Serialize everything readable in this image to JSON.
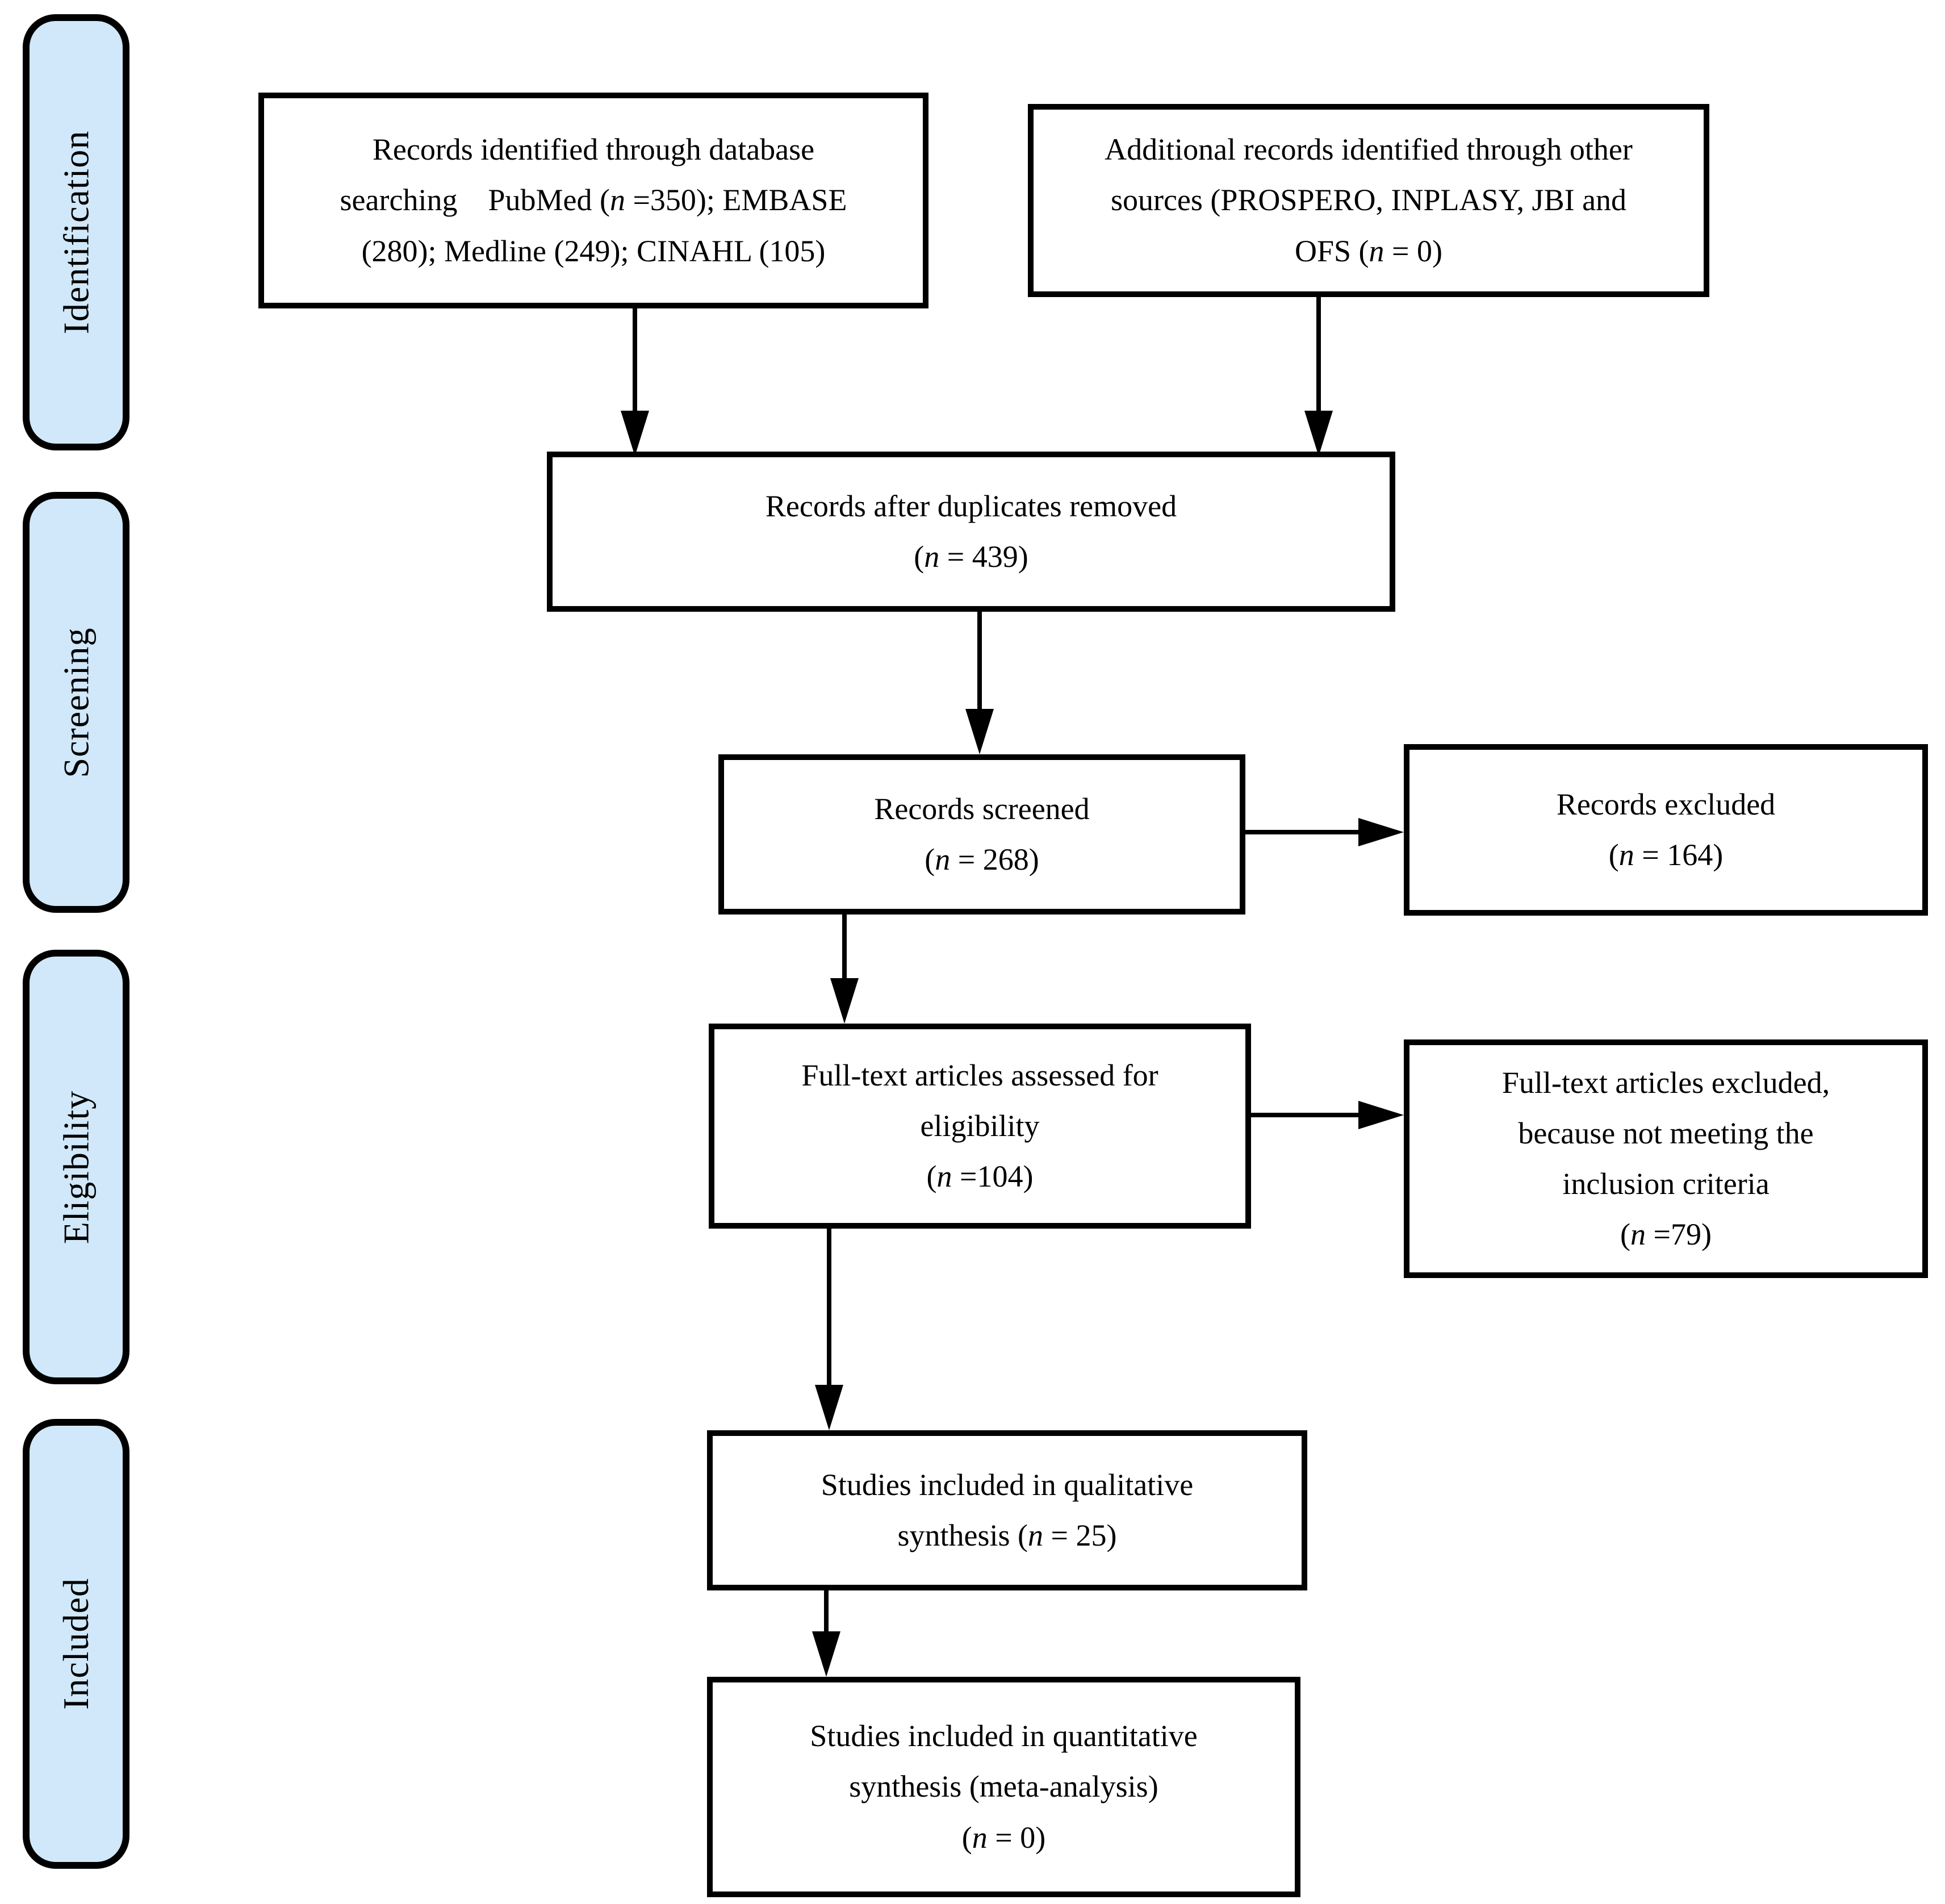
{
  "colors": {
    "stage_fill": "#d0e8f9",
    "box_fill": "#ffffff",
    "line": "#000000"
  },
  "stages": [
    {
      "id": "identification",
      "label": "Identification"
    },
    {
      "id": "screening",
      "label": "Screening"
    },
    {
      "id": "eligibility",
      "label": "Eligibility"
    },
    {
      "id": "included",
      "label": "Included"
    }
  ],
  "boxes": [
    {
      "id": "records-identified",
      "lines": [
        "Records identified through database",
        "searching    PubMed (*n* =350); EMBASE",
        "(280); Medline (249); CINAHL (105)"
      ]
    },
    {
      "id": "additional-records",
      "lines": [
        "Additional records identified through other",
        "sources (PROSPERO, INPLASY, JBI and",
        "OFS (*n* = 0)"
      ]
    },
    {
      "id": "after-duplicates",
      "lines": [
        "Records after duplicates removed",
        "(*n* = 439)"
      ]
    },
    {
      "id": "records-screened",
      "lines": [
        "Records screened",
        "(*n* = 268)"
      ]
    },
    {
      "id": "records-excluded",
      "lines": [
        "Records excluded",
        "(*n* = 164)"
      ]
    },
    {
      "id": "fulltext-assessed",
      "lines": [
        "Full-text articles assessed for",
        "eligibility",
        "(*n* =104)"
      ]
    },
    {
      "id": "fulltext-excluded",
      "lines": [
        "Full-text articles excluded,",
        "because not meeting the",
        "inclusion criteria",
        "(*n* =79)"
      ]
    },
    {
      "id": "qualitative-synthesis",
      "lines": [
        "Studies included in qualitative",
        "synthesis (*n* = 25)"
      ]
    },
    {
      "id": "quantitative-synthesis",
      "lines": [
        "Studies included in quantitative",
        "synthesis (meta-analysis)",
        "(*n* = 0)"
      ]
    }
  ],
  "counts": {
    "pubmed": 350,
    "embase": 280,
    "medline": 249,
    "cinahl": 105,
    "other_sources": 0,
    "after_duplicates": 439,
    "screened": 268,
    "records_excluded": 164,
    "fulltext_assessed": 104,
    "fulltext_excluded": 79,
    "qualitative_included": 25,
    "quantitative_included": 0
  }
}
